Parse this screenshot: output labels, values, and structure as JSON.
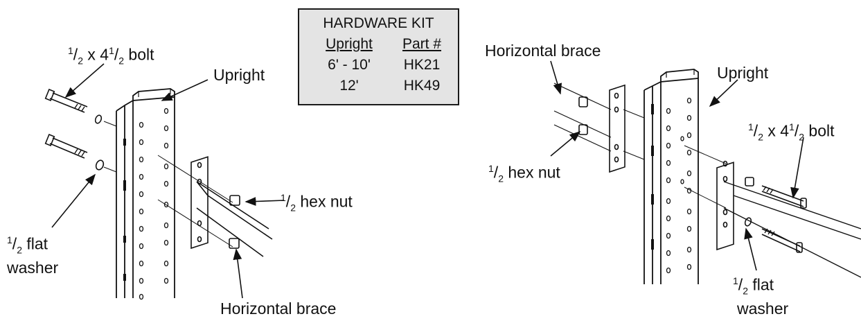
{
  "hardware_kit": {
    "title": "HARDWARE KIT",
    "headers": [
      "Upright",
      "Part #"
    ],
    "rows": [
      [
        "6' - 10'",
        "HK21"
      ],
      [
        "12'",
        "HK49"
      ]
    ]
  },
  "left_figure": {
    "bolt_label": {
      "num": "1",
      "den": "2",
      "mid": " x 4",
      "num2": "1",
      "den2": "2",
      "tail": " bolt"
    },
    "upright_label": "Upright",
    "hex_nut_label": {
      "num": "1",
      "den": "2",
      "tail": " hex nut"
    },
    "flat_washer_label": {
      "num": "1",
      "den": "2",
      "line1": " flat",
      "line2": "washer"
    },
    "horizontal_brace_label": "Horizontal brace"
  },
  "right_figure": {
    "horizontal_brace_label": "Horizontal brace",
    "upright_label": "Upright",
    "bolt_label": {
      "num": "1",
      "den": "2",
      "mid": " x 4",
      "num2": "1",
      "den2": "2",
      "tail": " bolt"
    },
    "hex_nut_label": {
      "num": "1",
      "den": "2",
      "tail": " hex nut"
    },
    "flat_washer_label": {
      "num": "1",
      "den": "2",
      "line1": " flat",
      "line2": "washer"
    }
  }
}
